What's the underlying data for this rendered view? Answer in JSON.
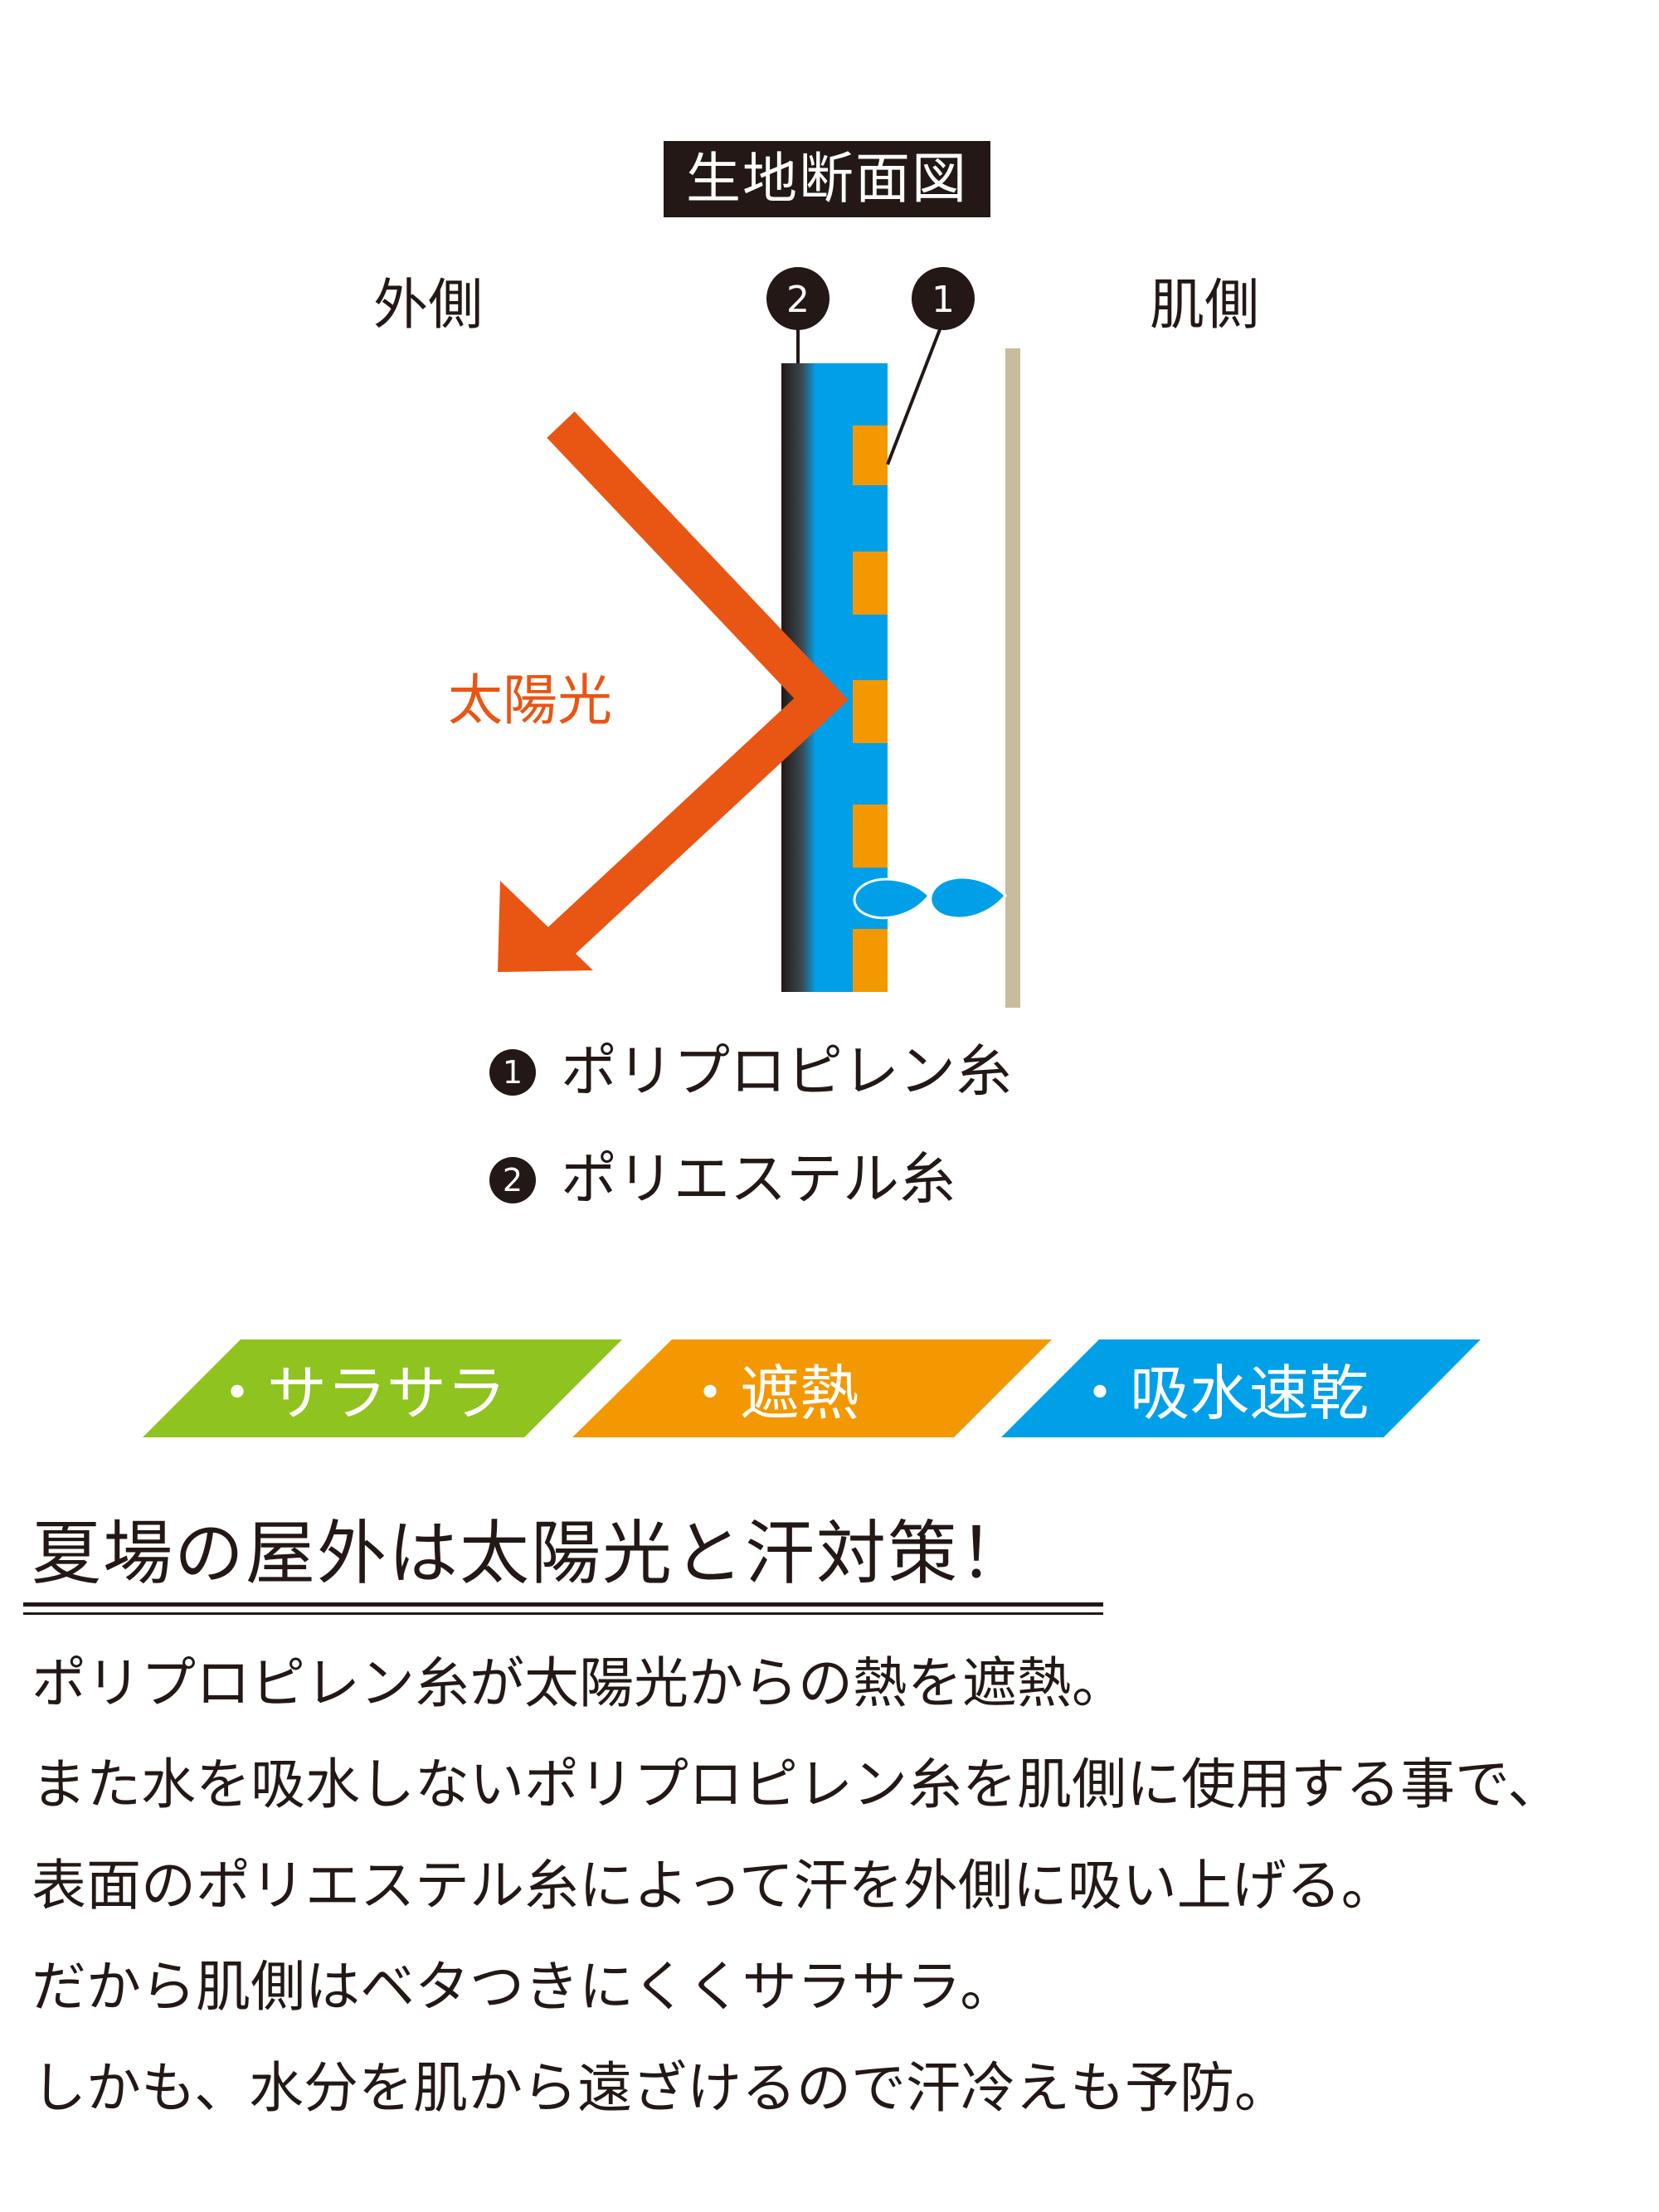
{
  "diagram": {
    "title": "生地断面図",
    "outer_label": "外側",
    "skin_label": "肌側",
    "sun_label": "太陽光",
    "badge_1": "1",
    "badge_2": "2"
  },
  "legend": [
    {
      "num": "1",
      "text": "ポリプロピレン糸"
    },
    {
      "num": "2",
      "text": "ポリエステル糸"
    }
  ],
  "features": [
    {
      "label": "・サラサラ",
      "color": "#8fc31f"
    },
    {
      "label": "・遮熱",
      "color": "#f39800"
    },
    {
      "label": "・吸水速乾",
      "color": "#00a0e9"
    }
  ],
  "headline": "夏場の屋外は太陽光と汗対策！",
  "body_lines": [
    "ポリプロピレン糸が太陽光からの熱を遮熱。",
    "また水を吸水しないポリプロピレン糸を肌側に使用する事で、",
    "表面のポリエステル糸によって汗を外側に吸い上げる。",
    "だから肌側はベタつきにくくサラサラ。",
    "しかも、水分を肌から遠ざけるので汗冷えも予防。"
  ],
  "colors": {
    "sun_arrow": "#e95513",
    "fabric_blue": "#00a0e9",
    "polypropylene": "#f39800",
    "skin": "#c9bc9c",
    "dark": "#231815"
  }
}
